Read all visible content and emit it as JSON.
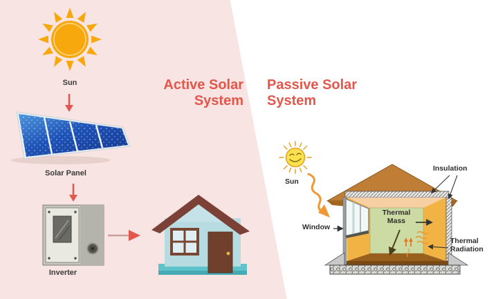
{
  "active_section": {
    "title": "Active Solar System",
    "sun_label": "Sun",
    "solar_panel_label": "Solar Panel",
    "inverter_label": "Inverter"
  },
  "passive_section": {
    "title": "Passive Solar System",
    "sun_label": "Sun",
    "insulation_label": "Insulation",
    "window_label": "Window",
    "thermal_mass_label": "Thermal Mass",
    "thermal_radiation_label": "Thermal Radiation"
  },
  "colors": {
    "left_background": "#f8e4e2",
    "right_background": "#ffffff",
    "title_text": "#e2574c",
    "label_text": "#3a3a3a",
    "flow_arrow_red": "#e0584e",
    "sun_gold": "#f7a80d",
    "solar_panel_blue": "#1e54b8",
    "inverter_gray": "#c6c6be",
    "house_wall_blue": "#b6dbe1",
    "house_roof_brown": "#7c4136",
    "passive_sun_yellow": "#f9e24e",
    "sunlight_arrow_orange": "#ef9833",
    "passive_roof_tan": "#bf7d36",
    "interior_wall_amber": "#f1b343",
    "thermal_mass_green": "#ccdba3",
    "floor_brown": "#985f1d",
    "foundation_gray": "#d6d6d6"
  }
}
